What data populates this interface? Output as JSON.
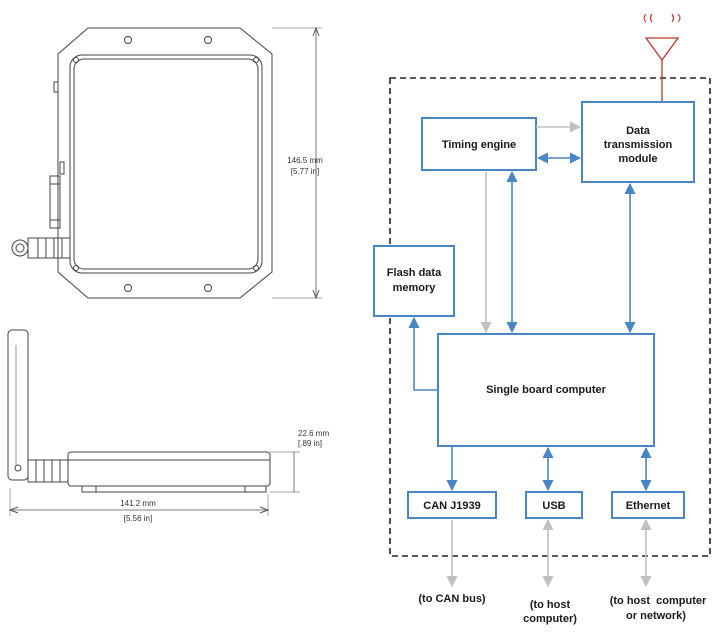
{
  "drawings": {
    "front": {
      "height_mm": "146.5 mm",
      "height_in": "[5.77 in]"
    },
    "side": {
      "height_mm": "22.6 mm",
      "height_in": "[.89 in]",
      "width_mm": "141.2 mm",
      "width_in": "[5.56 in]"
    }
  },
  "block_diagram": {
    "timing_engine": "Timing engine",
    "data_tx": [
      "Data",
      "transmission",
      "module"
    ],
    "flash": [
      "Flash data",
      "memory"
    ],
    "sbc": "Single board computer",
    "can": "CAN J1939",
    "usb": "USB",
    "ethernet": "Ethernet",
    "to_can": "(to CAN bus)",
    "to_host": [
      "(to host",
      "computer)"
    ],
    "to_host_net": [
      "(to host  computer",
      "or network)"
    ]
  },
  "colors": {
    "block_border": "#4a86c5",
    "arrow_blue": "#4a86c5",
    "arrow_gray": "#c0c0c0",
    "antenna": "#c0392b",
    "line_drawing": "#444444"
  }
}
